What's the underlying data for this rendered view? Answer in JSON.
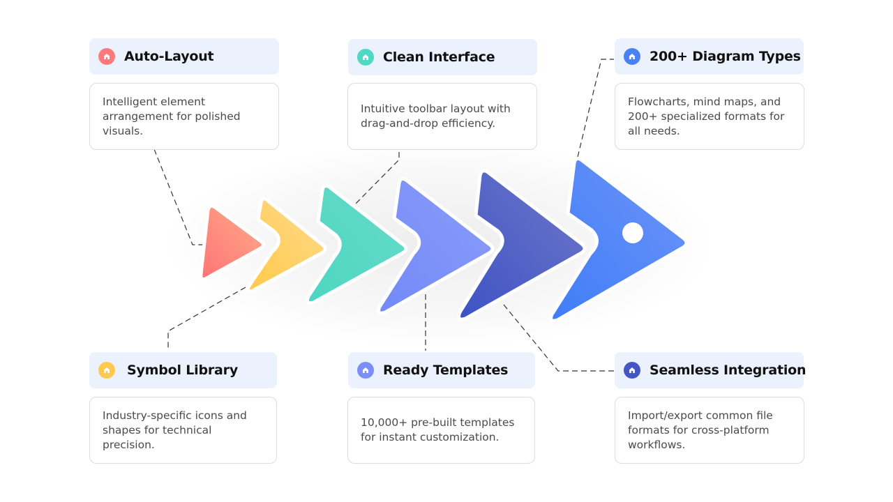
{
  "features": [
    {
      "id": "auto-layout",
      "title": "Auto-Layout",
      "description": "Intelligent element arrangement for polished visuals.",
      "color": "#ff7b7b",
      "icon": "home-icon"
    },
    {
      "id": "symbol-library",
      "title": "Symbol Library",
      "description": "Industry-specific icons and shapes for technical precision.",
      "color": "#ffc94d",
      "icon": "home-icon"
    },
    {
      "id": "clean-interface",
      "title": "Clean Interface",
      "description": "Intuitive toolbar layout with drag-and-drop efficiency.",
      "color": "#4fd8c4",
      "icon": "home-icon"
    },
    {
      "id": "ready-templates",
      "title": "Ready Templates",
      "description": "10,000+ pre-built templates for instant customization.",
      "color": "#7b8ef9",
      "icon": "home-icon"
    },
    {
      "id": "seamless-integration",
      "title": "Seamless Integration",
      "description": "Import/export common file formats for cross-platform workflows.",
      "color": "#4356c6",
      "icon": "home-icon"
    },
    {
      "id": "diagram-types",
      "title": "200+ Diagram Types",
      "description": "Flowcharts, mind maps, and 200+ specialized formats for all needs.",
      "color": "#4a82f5",
      "icon": "home-icon"
    }
  ],
  "arrow_gradients": [
    {
      "from": "#ff7474",
      "to": "#ffab8c"
    },
    {
      "from": "#ffc94a",
      "to": "#ffda8c"
    },
    {
      "from": "#4dd6c2",
      "to": "#66dbc8"
    },
    {
      "from": "#7289f7",
      "to": "#8b9cfa"
    },
    {
      "from": "#3d52c4",
      "to": "#6e77c9"
    },
    {
      "from": "#3f7df7",
      "to": "#6e94f9"
    }
  ]
}
